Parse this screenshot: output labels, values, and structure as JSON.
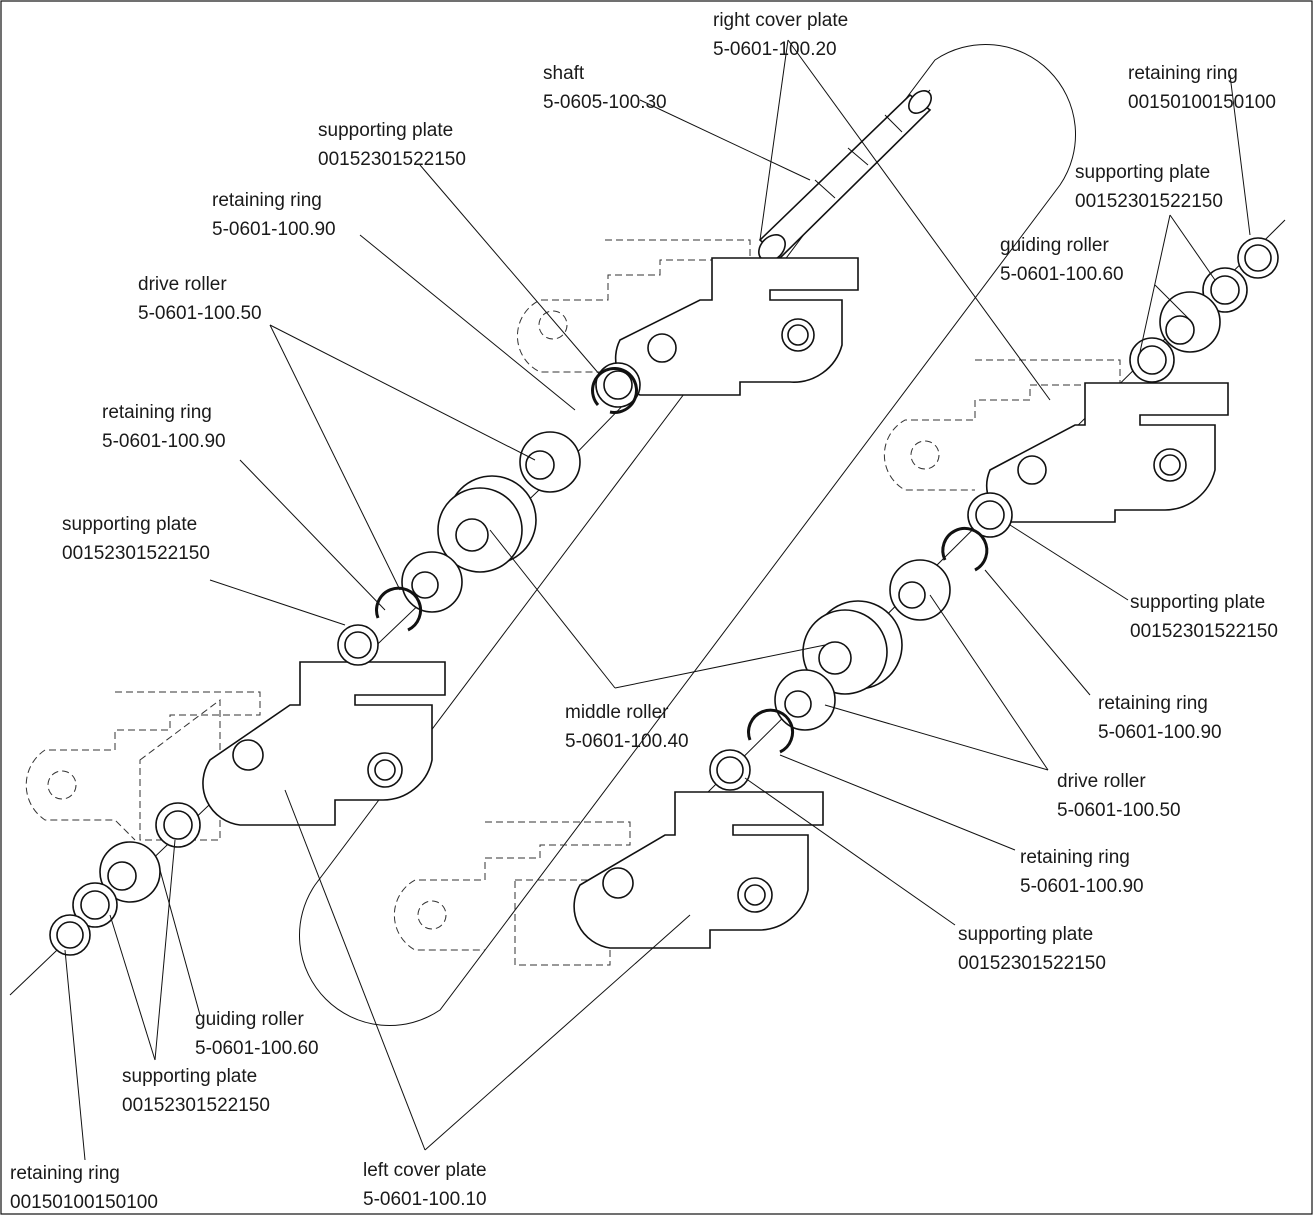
{
  "labels": [
    {
      "id": "right-cover-plate",
      "name": "right cover plate",
      "number": "5-0601-100.20"
    },
    {
      "id": "retaining-ring-top-right",
      "name": "retaining ring",
      "number": "00150100150100"
    },
    {
      "id": "shaft",
      "name": "shaft",
      "number": "5-0605-100.30"
    },
    {
      "id": "supporting-plate-top",
      "name": "supporting plate",
      "number": "00152301522150"
    },
    {
      "id": "supporting-plate-right-top",
      "name": "supporting plate",
      "number": "00152301522150"
    },
    {
      "id": "retaining-ring-upper",
      "name": "retaining ring",
      "number": "5-0601-100.90"
    },
    {
      "id": "guiding-roller-right",
      "name": "guiding roller",
      "number": "5-0601-100.60"
    },
    {
      "id": "drive-roller-left",
      "name": "drive roller",
      "number": "5-0601-100.50"
    },
    {
      "id": "retaining-ring-left",
      "name": "retaining ring",
      "number": "5-0601-100.90"
    },
    {
      "id": "supporting-plate-left",
      "name": "supporting plate",
      "number": "00152301522150"
    },
    {
      "id": "supporting-plate-right-mid",
      "name": "supporting plate",
      "number": "00152301522150"
    },
    {
      "id": "retaining-ring-right-mid",
      "name": "retaining ring",
      "number": "5-0601-100.90"
    },
    {
      "id": "middle-roller",
      "name": "middle roller",
      "number": "5-0601-100.40"
    },
    {
      "id": "drive-roller-right",
      "name": "drive roller",
      "number": "5-0601-100.50"
    },
    {
      "id": "retaining-ring-right-low",
      "name": "retaining ring",
      "number": "5-0601-100.90"
    },
    {
      "id": "supporting-plate-right-low",
      "name": "supporting plate",
      "number": "00152301522150"
    },
    {
      "id": "guiding-roller-left",
      "name": "guiding roller",
      "number": "5-0601-100.60"
    },
    {
      "id": "supporting-plate-bottom-left",
      "name": "supporting plate",
      "number": "00152301522150"
    },
    {
      "id": "retaining-ring-bottom-left",
      "name": "retaining ring",
      "number": "00150100150100"
    },
    {
      "id": "left-cover-plate",
      "name": "left cover plate",
      "number": "5-0601-100.10"
    }
  ]
}
